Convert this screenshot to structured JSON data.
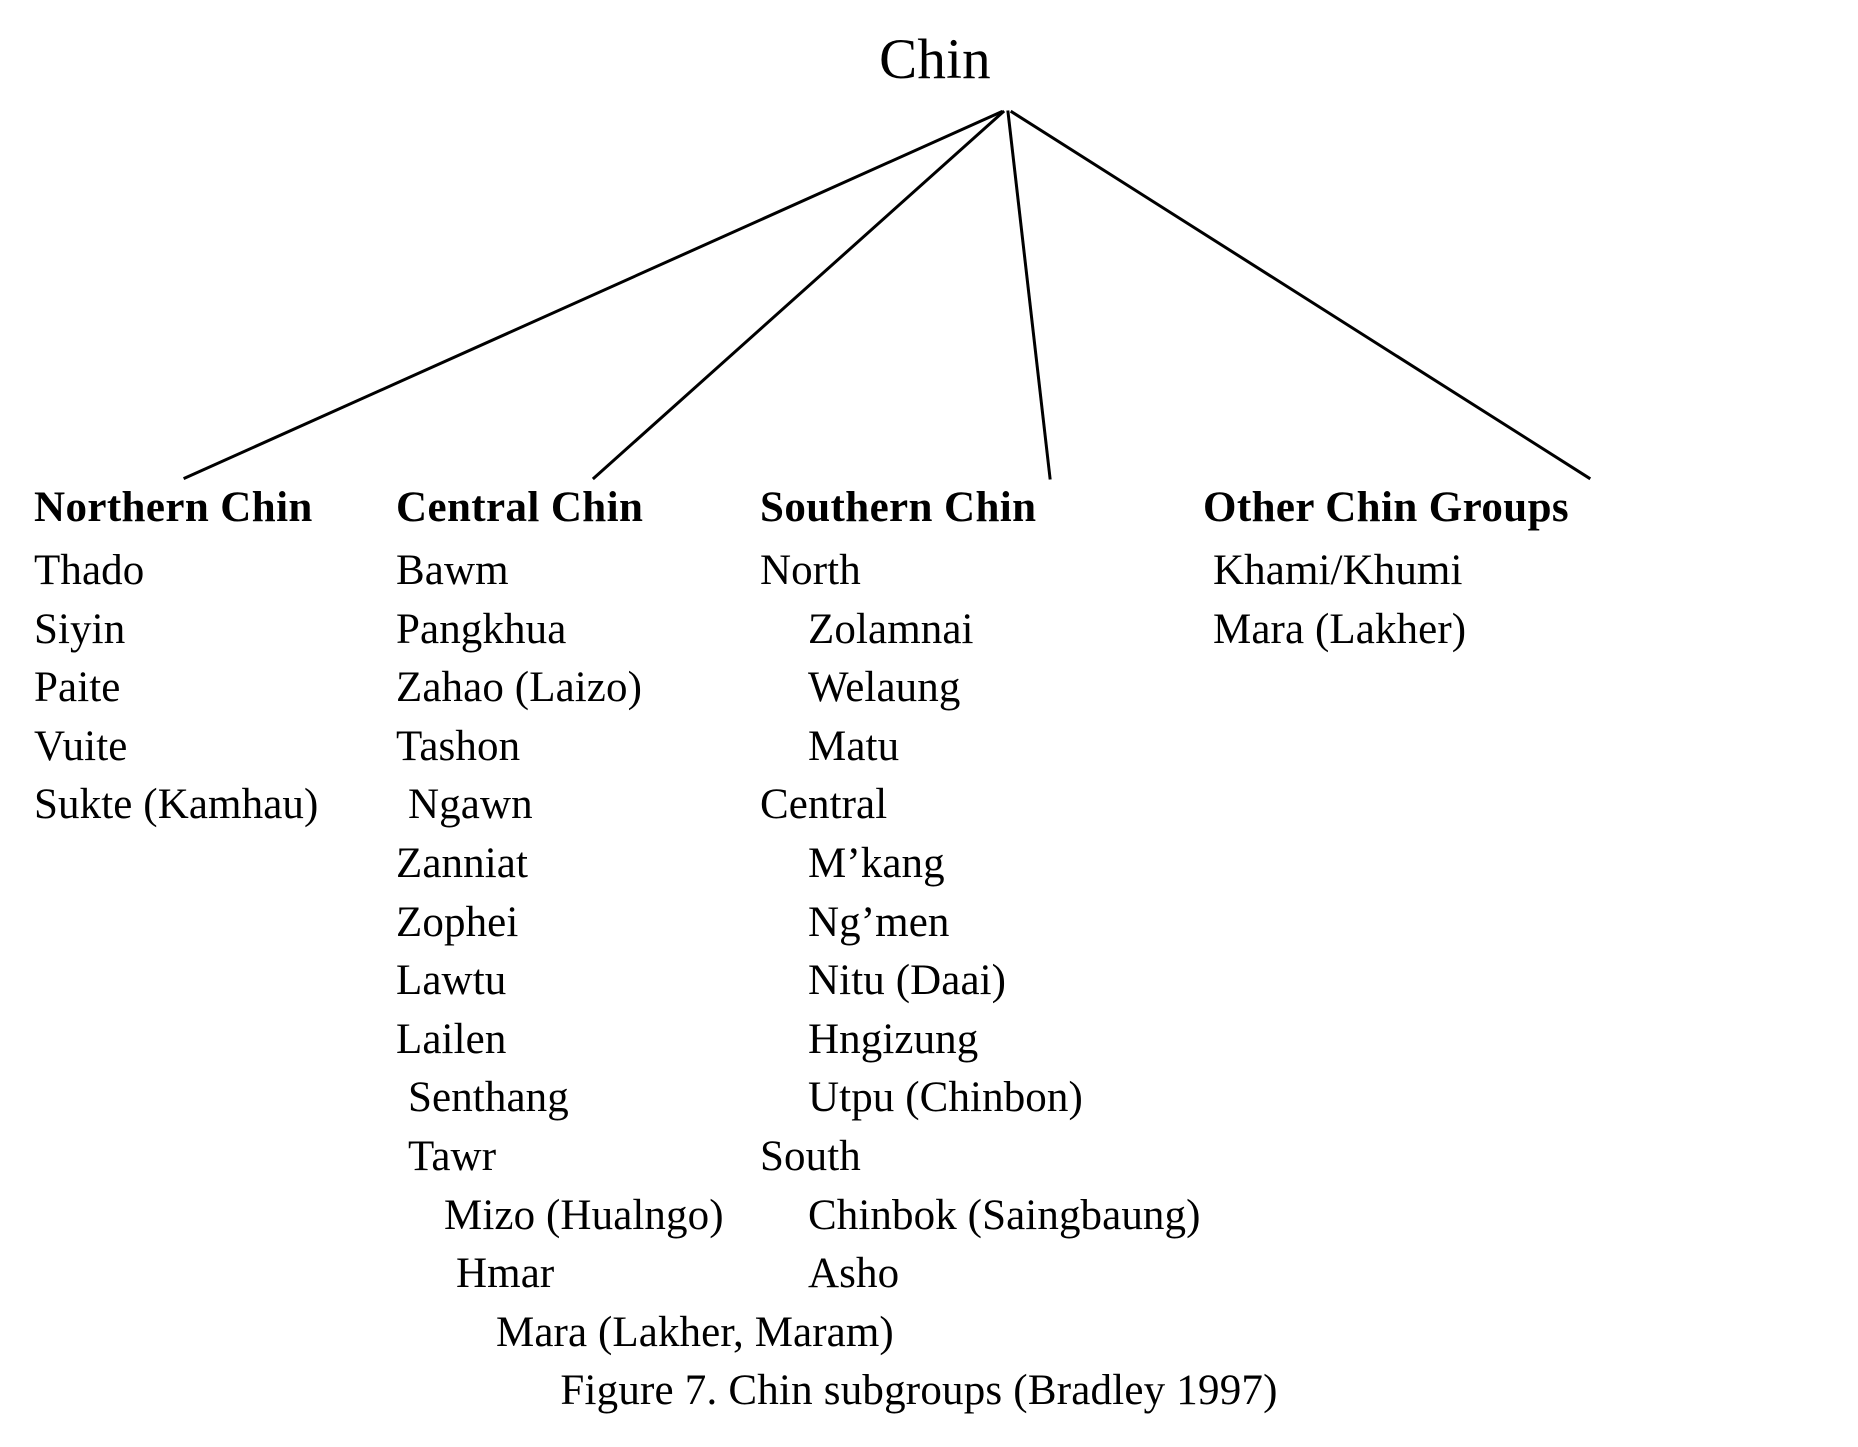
{
  "figure": {
    "root_label": "Chin",
    "caption": "Figure 7. Chin subgroups (Bradley 1997)",
    "line_color": "#000000",
    "text_color": "#000000",
    "background_color": "#ffffff"
  },
  "columns": [
    {
      "id": "northern",
      "header": "Northern Chin",
      "items": [
        {
          "label": "Thado",
          "indent": 0
        },
        {
          "label": "Siyin",
          "indent": 0
        },
        {
          "label": "Paite",
          "indent": 0
        },
        {
          "label": "Vuite",
          "indent": 0
        },
        {
          "label": "Sukte (Kamhau)",
          "indent": 0
        }
      ]
    },
    {
      "id": "central",
      "header": "Central Chin",
      "items": [
        {
          "label": "Bawm",
          "indent": 0
        },
        {
          "label": "Pangkhua",
          "indent": 0
        },
        {
          "label": "Zahao (Laizo)",
          "indent": 0
        },
        {
          "label": "Tashon",
          "indent": 0
        },
        {
          "label": "Ngawn",
          "indent": 1
        },
        {
          "label": "Zanniat",
          "indent": 0
        },
        {
          "label": "Zophei",
          "indent": 0
        },
        {
          "label": "Lawtu",
          "indent": 0
        },
        {
          "label": "Lailen",
          "indent": 0
        },
        {
          "label": "Senthang",
          "indent": 1
        },
        {
          "label": "Tawr",
          "indent": 1
        },
        {
          "label": "Mizo (Hualngo)",
          "indent": 2
        },
        {
          "label": "Hmar",
          "indent": 3
        },
        {
          "label": "Mara (Lakher, Maram)",
          "indent": 4
        }
      ]
    },
    {
      "id": "southern",
      "header": "Southern Chin",
      "items": [
        {
          "label": "North",
          "indent": 0
        },
        {
          "label": "Zolamnai",
          "indent": 2
        },
        {
          "label": "Welaung",
          "indent": 2
        },
        {
          "label": "Matu",
          "indent": 2
        },
        {
          "label": "Central",
          "indent": 0
        },
        {
          "label": "M’kang",
          "indent": 2
        },
        {
          "label": "Ng’men",
          "indent": 2
        },
        {
          "label": "Nitu (Daai)",
          "indent": 2
        },
        {
          "label": "Hngizung",
          "indent": 2
        },
        {
          "label": "Utpu (Chinbon)",
          "indent": 2
        },
        {
          "label": "South",
          "indent": 0
        },
        {
          "label": "Chinbok (Saingbaung)",
          "indent": 2
        },
        {
          "label": "Asho",
          "indent": 2
        }
      ]
    },
    {
      "id": "other",
      "header": "Other Chin Groups",
      "items": [
        {
          "label": "Khami/Khumi",
          "indent": 0
        },
        {
          "label": "Mara (Lakher)",
          "indent": 0
        }
      ]
    }
  ],
  "edges": [
    {
      "from": "Chin",
      "to": "Northern Chin"
    },
    {
      "from": "Chin",
      "to": "Central Chin"
    },
    {
      "from": "Chin",
      "to": "Southern Chin"
    },
    {
      "from": "Chin",
      "to": "Other Chin Groups"
    }
  ]
}
